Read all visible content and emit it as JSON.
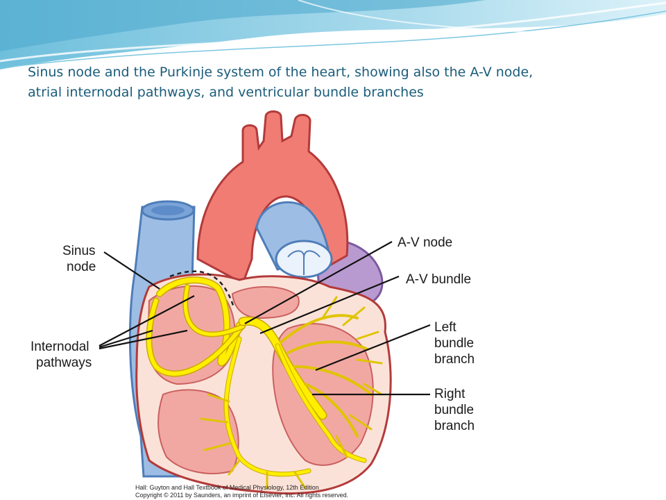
{
  "slide": {
    "title_line1": "Sinus node and the Purkinje system of the heart, showing also the A-V node,",
    "title_line2": "atrial internodal pathways, and ventricular bundle branches"
  },
  "labels": {
    "sinus_node_line1": "Sinus",
    "sinus_node_line2": "node",
    "internodal_line1": "Internodal",
    "internodal_line2": "pathways",
    "av_node": "A-V node",
    "av_bundle": "A-V bundle",
    "left_bundle_line1": "Left",
    "left_bundle_line2": "bundle",
    "left_bundle_line3": "branch",
    "right_bundle_line1": "Right",
    "right_bundle_line2": "bundle",
    "right_bundle_line3": "branch"
  },
  "credit": {
    "line1": "Hall: Guyton and Hall Textbook of Medical Physiology, 12th Edition",
    "line2": "Copyright © 2011 by Saunders, an imprint of Elsevier, Inc. All rights reserved."
  },
  "colors": {
    "title": "#1a5c7a",
    "aorta": "#f07c74",
    "vena_cava": "#9dbde4",
    "heart_wall": "#fbe2d8",
    "chamber": "#f2a8a2",
    "conduction": "#ffee00",
    "pulmonary": "#b99ad0"
  }
}
